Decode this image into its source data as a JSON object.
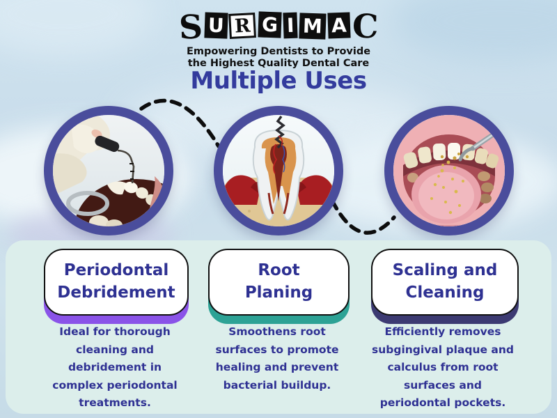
{
  "logo": {
    "brand_letters": [
      "S",
      "U",
      "R",
      "G",
      "I",
      "M",
      "A",
      "C"
    ],
    "tagline_line1": "Empowering Dentists to Provide",
    "tagline_line2": "the Highest Quality Dental Care"
  },
  "title": "Multiple Uses",
  "uses": [
    {
      "id": "periodontal-debridement",
      "image_alt": "photo of gloved hand probing teeth with periodontal instrument",
      "title_line1": "Periodontal",
      "title_line2": "Debridement",
      "accent_color": "#8a53e8",
      "description": "Ideal for thorough cleaning and debridement in complex periodontal treatments."
    },
    {
      "id": "root-planing",
      "image_alt": "illustration of tooth cross-section with root canal file",
      "title_line1": "Root",
      "title_line2": "Planing",
      "accent_color": "#2da295",
      "description": "Smoothens root surfaces to promote healing and prevent bacterial buildup."
    },
    {
      "id": "scaling-and-cleaning",
      "image_alt": "illustration of open mouth with scaler removing plaque",
      "title_line1": "Scaling and",
      "title_line2": "Cleaning",
      "accent_color": "#3c3a72",
      "description": "Efficiently removes subgingival plaque and calculus from root surfaces and periodontal pockets."
    }
  ],
  "colors": {
    "title_text": "#333b9d",
    "card_text": "#2e3192",
    "description_text": "#2f3193",
    "circle_ring": "#4a4d9c",
    "panel_background": "#dceeeb",
    "connector": "#0d0d0d"
  }
}
